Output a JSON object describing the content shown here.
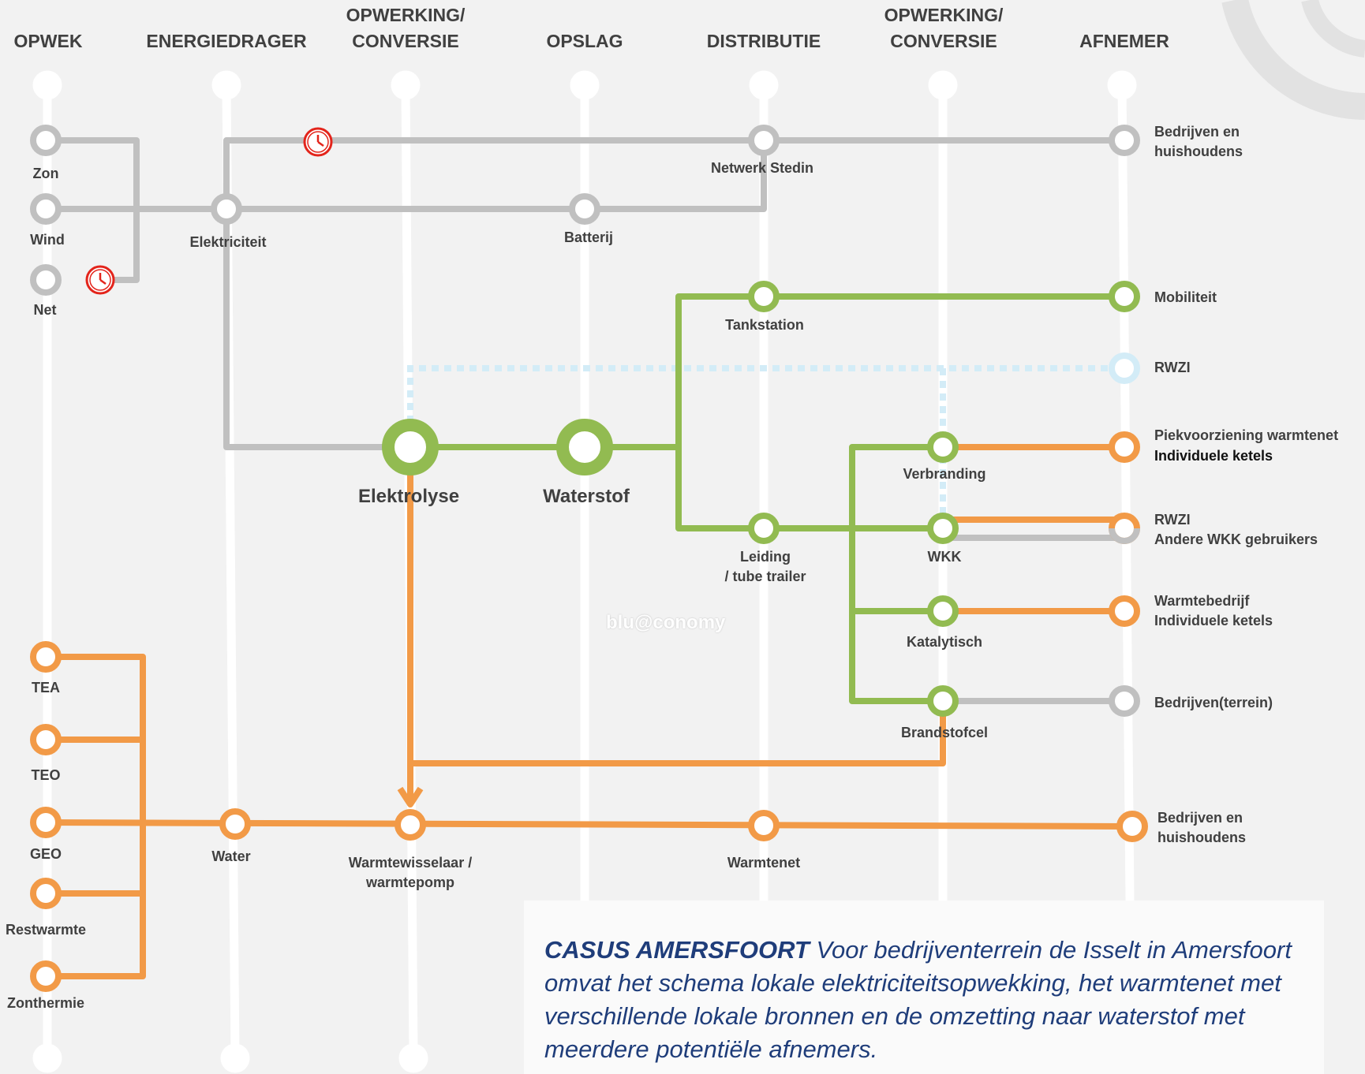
{
  "colors": {
    "grey": "#c0c0c0",
    "green": "#92bb51",
    "orange": "#f29a47",
    "lightblue": "#d3ecf7",
    "track": "#ffffff",
    "clock": "#e3241b",
    "text": "#404040",
    "casus": "#1f3d7a"
  },
  "columns": [
    {
      "label": "OPWEK"
    },
    {
      "label": "ENERGIEDRAGER"
    },
    {
      "label": "OPWERKING/\nCONVERSIE"
    },
    {
      "label": "OPSLAG"
    },
    {
      "label": "DISTRIBUTIE"
    },
    {
      "label": "OPWERKING/\nCONVERSIE"
    },
    {
      "label": "AFNEMER"
    }
  ],
  "nodes": {
    "zon": "Zon",
    "wind": "Wind",
    "net": "Net",
    "elektriciteit": "Elektriciteit",
    "batterij": "Batterij",
    "netwerk_stedin": "Netwerk Stedin",
    "bedrijven_huishoudens_top": "Bedrijven en\nhuishoudens",
    "tankstation": "Tankstation",
    "mobiliteit": "Mobiliteit",
    "rwzi_top": "RWZI",
    "elektrolyse": "Elektrolyse",
    "waterstof": "Waterstof",
    "verbranding": "Verbranding",
    "piek_line1": "Piekvoorziening warmtenet",
    "piek_line2": "Individuele ketels",
    "leiding": "Leiding\n/ tube trailer",
    "wkk": "WKK",
    "rwzi_wkk": "RWZI\nAndere WKK gebruikers",
    "katalytisch": "Katalytisch",
    "warmtebedrijf": "Warmtebedrijf\nIndividuele ketels",
    "brandstofcel": "Brandstofcel",
    "bedrijven_terrein": "Bedrijven(terrein)",
    "tea": "TEA",
    "teo": "TEO",
    "geo": "GEO",
    "restwarmte": "Restwarmte",
    "zonthermie": "Zonthermie",
    "water": "Water",
    "warmtewisselaar": "Warmtewisselaar /\nwarmtepomp",
    "warmtenet": "Warmtenet",
    "bedrijven_huishoudens_bottom": "Bedrijven en\nhuishoudens"
  },
  "icons": [
    "clock-icon",
    "clock-icon"
  ],
  "watermark": "blu@conomy",
  "casus": {
    "title": "CASUS AMERSFOORT",
    "text": "Voor bedrijventerrein de Isselt in Amersfoort omvat het schema lokale elektriciteitsopwekking, het warmtenet met verschillende lokale bronnen en de omzetting naar waterstof met meerdere potentiële afnemers."
  }
}
